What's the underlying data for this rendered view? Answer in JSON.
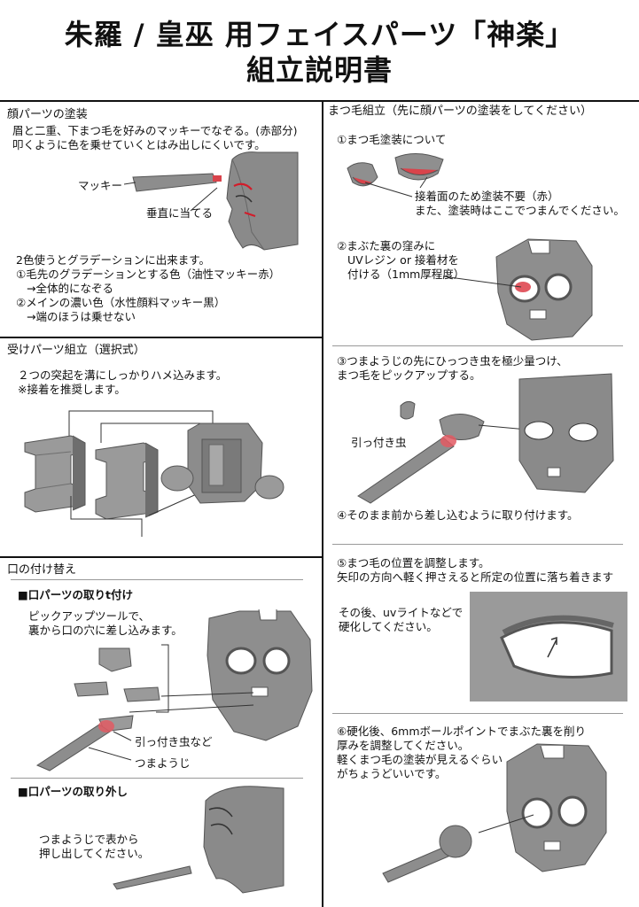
{
  "title": {
    "line1": "朱羅 / 皇巫 用フェイスパーツ「神楽」",
    "line2": "組立説明書"
  },
  "face_paint": {
    "heading": "顔パーツの塗装",
    "intro1": "眉と二重、下まつ毛を好みのマッキーでなぞる。(赤部分)",
    "intro2": "叩くように色を乗せていくとはみ出しにくいです。",
    "label_marker": "マッキー",
    "label_perpendicular": "垂直に当てる",
    "gradient1": "2色使うとグラデーションに出来ます。",
    "gradient2": "①毛先のグラデーションとする色（油性マッキー赤）",
    "gradient3": "→全体的になぞる",
    "gradient4": "②メインの濃い色（水性顔料マッキー黒）",
    "gradient5": "→端のほうは乗せない"
  },
  "receiver": {
    "heading": "受けパーツ組立（選択式）",
    "line1": "２つの突起を溝にしっかりハメ込みます。",
    "line2": "※接着を推奨します。"
  },
  "mouth": {
    "heading": "口の付け替え",
    "attach_heading": "■口パーツの取りt付け",
    "attach1": "ピックアップツールで、",
    "attach2": "裏から口の穴に差し込みます。",
    "label_hook": "引っ付き虫など",
    "label_toothpick": "つまようじ",
    "remove_heading": "■口パーツの取り外し",
    "remove1": "つまようじで表から",
    "remove2": "押し出してください。"
  },
  "lashes": {
    "heading": "まつ毛組立（先に顔パーツの塗装をしてください）",
    "step1": "①まつ毛塗装について",
    "step1_note1": "接着面のため塗装不要（赤）",
    "step1_note2": "また、塗装時はここでつまんでください。",
    "step2_1": "②まぶた裏の窪みに",
    "step2_2": "UVレジン or 接着材を",
    "step2_3": "付ける（1mm厚程度）",
    "step3_1": "③つまようじの先にひっつき虫を極少量つけ、",
    "step3_2": "まつ毛をピックアップする。",
    "label_hook": "引っ付き虫",
    "step4": "④そのまま前から差し込むように取り付けます。",
    "step5_1": "⑤まつ毛の位置を調整します。",
    "step5_2": "矢印の方向へ軽く押さえると所定の位置に落ち着きます",
    "cure1": "その後、uvライトなどで",
    "cure2": "硬化してください。",
    "step6_1": "⑥硬化後、6mmボールポイントでまぶた裏を削り",
    "step6_2": "厚みを調整してください。",
    "step6_3": "軽くまつ毛の塗装が見えるぐらい",
    "step6_4": "がちょうどいいです。"
  }
}
